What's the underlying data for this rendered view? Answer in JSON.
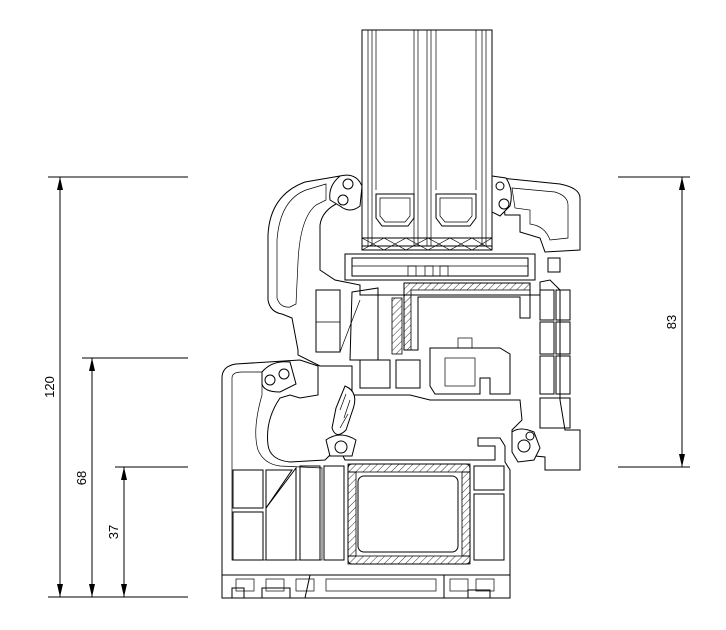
{
  "drawing": {
    "dimensions": [
      {
        "id": "left-overall",
        "value": "120"
      },
      {
        "id": "left-middle",
        "value": "68"
      },
      {
        "id": "left-inner",
        "value": "37"
      },
      {
        "id": "right-sash",
        "value": "83"
      }
    ]
  }
}
